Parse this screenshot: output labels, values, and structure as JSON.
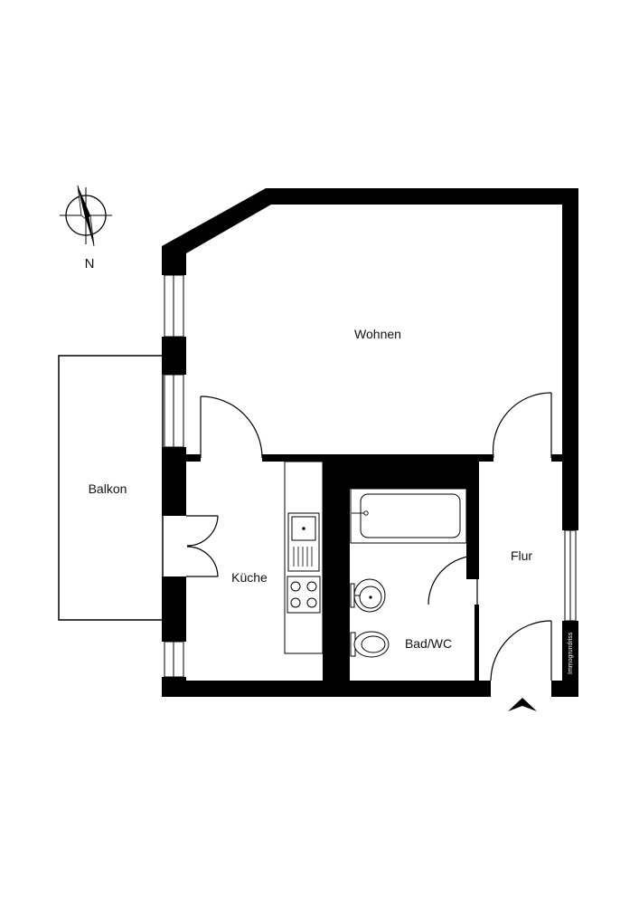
{
  "compass": {
    "label": "N",
    "icon": "compass-icon"
  },
  "rooms": {
    "wohnen": "Wohnen",
    "balkon": "Balkon",
    "kueche": "Küche",
    "flur": "Flur",
    "bad": "Bad/WC"
  },
  "brand": "Immogrundriss",
  "entrance": {
    "icon": "entrance-arrow-icon"
  },
  "colors": {
    "wall": "#000000",
    "background": "#ffffff"
  }
}
